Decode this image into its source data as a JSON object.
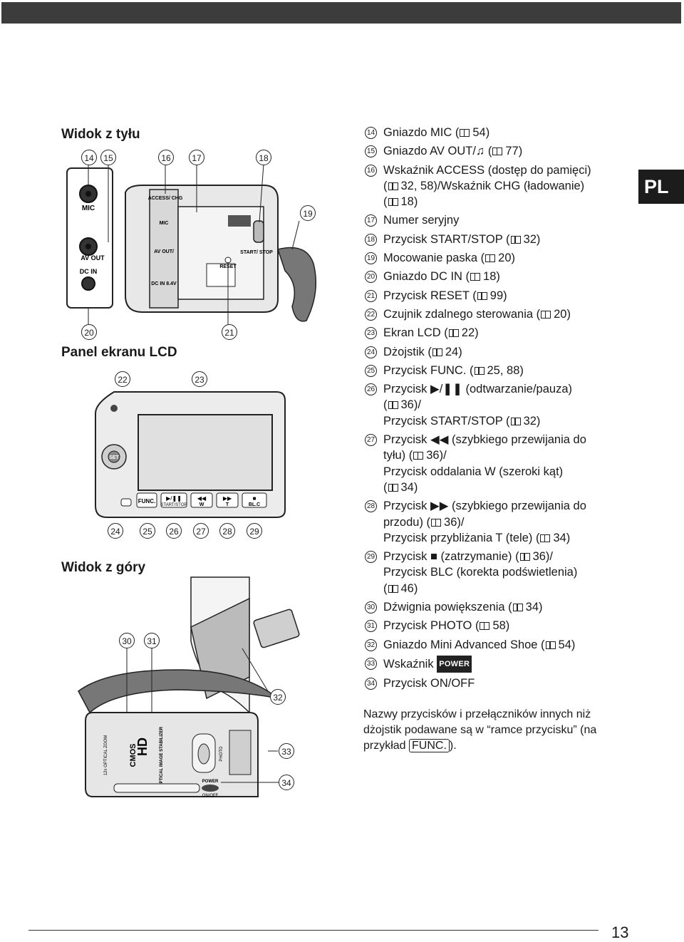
{
  "sections": {
    "rear_view": "Widok z tyłu",
    "lcd_panel": "Panel ekranu LCD",
    "top_view": "Widok z góry"
  },
  "tab_label": "PL",
  "callouts": {
    "rear": [
      "14",
      "15",
      "16",
      "17",
      "18",
      "19",
      "20",
      "21"
    ],
    "lcd": [
      "22",
      "23",
      "24",
      "25",
      "26",
      "27",
      "28",
      "29"
    ],
    "top": [
      "30",
      "31",
      "32",
      "33",
      "34"
    ]
  },
  "figure_labels": {
    "mic": "MIC",
    "av_out": "AV OUT",
    "dc_in": "DC IN",
    "access_chg": "ACCESS/ CHG",
    "av_out_short": "AV OUT/",
    "dc_in_v": "DC IN 8.4V",
    "start_stop": "START/ STOP",
    "reset": "RESET",
    "set": "SET",
    "func_btn": "FUNC.",
    "play_btn": "▶/❚❚",
    "start_stop_small": "START/STOP",
    "rew_btn": "◀◀",
    "w": "W",
    "ff_btn": "▶▶",
    "t": "T",
    "stop_btn": "■",
    "blc": "BL.C",
    "hd": "HD",
    "cmos": "CMOS",
    "optical": "OPTICAL IMAGE STABILIZER",
    "zoom_text": "12x OPTICAL ZOOM",
    "photo": "PHOTO",
    "power": "POWER",
    "on_off": "ON/OFF"
  },
  "legend": [
    {
      "num": "14",
      "lines": [
        "Gniazdo MIC (|54)"
      ]
    },
    {
      "num": "15",
      "lines": [
        "Gniazdo AV OUT/♫ (|77)"
      ]
    },
    {
      "num": "16",
      "lines": [
        "Wskaźnik ACCESS (dostęp do pamięci)",
        "(|32, 58)/Wskaźnik CHG (ładowanie)",
        "(|18)"
      ]
    },
    {
      "num": "17",
      "lines": [
        "Numer seryjny"
      ]
    },
    {
      "num": "18",
      "lines": [
        "Przycisk START/STOP (|32)"
      ]
    },
    {
      "num": "19",
      "lines": [
        "Mocowanie paska (|20)"
      ]
    },
    {
      "num": "20",
      "lines": [
        "Gniazdo DC IN (|18)"
      ]
    },
    {
      "num": "21",
      "lines": [
        "Przycisk RESET (|99)"
      ]
    },
    {
      "num": "22",
      "lines": [
        "Czujnik zdalnego sterowania (|20)"
      ]
    },
    {
      "num": "23",
      "lines": [
        "Ekran LCD (|22)"
      ]
    },
    {
      "num": "24",
      "lines": [
        "Dżojstik (|24)"
      ]
    },
    {
      "num": "25",
      "lines": [
        "Przycisk FUNC. (|25, 88)"
      ]
    },
    {
      "num": "26",
      "lines": [
        "Przycisk ▶/❚❚ (odtwarzanie/pauza)",
        "(|36)/",
        "Przycisk START/STOP (|32)"
      ]
    },
    {
      "num": "27",
      "lines": [
        "Przycisk ◀◀ (szybkiego przewijania do",
        "tyłu) (|36)/",
        "Przycisk oddalania W (szeroki kąt)",
        "(|34)"
      ]
    },
    {
      "num": "28",
      "lines": [
        "Przycisk ▶▶ (szybkiego przewijania do",
        "przodu) (|36)/",
        "Przycisk przybliżania T (tele) (|34)"
      ]
    },
    {
      "num": "29",
      "lines": [
        "Przycisk ■ (zatrzymanie) (|36)/",
        "Przycisk BLC (korekta podświetlenia)",
        "(|46)"
      ]
    },
    {
      "num": "30",
      "lines": [
        "Dźwignia powiększenia (|34)"
      ]
    },
    {
      "num": "31",
      "lines": [
        "Przycisk PHOTO (|58)"
      ]
    },
    {
      "num": "32",
      "lines": [
        "Gniazdo Mini Advanced Shoe (|54)"
      ]
    },
    {
      "num": "33",
      "lines": [
        "Wskaźnik #POWER"
      ]
    },
    {
      "num": "34",
      "lines": [
        "Przycisk ON/OFF"
      ]
    }
  ],
  "note": {
    "part1": "Nazwy przycisków i przełączników innych niż dżojstik podawane są w “ramce przycisku” (na przykład ",
    "func": "FUNC.",
    "part2": ")."
  },
  "page_number": "13"
}
